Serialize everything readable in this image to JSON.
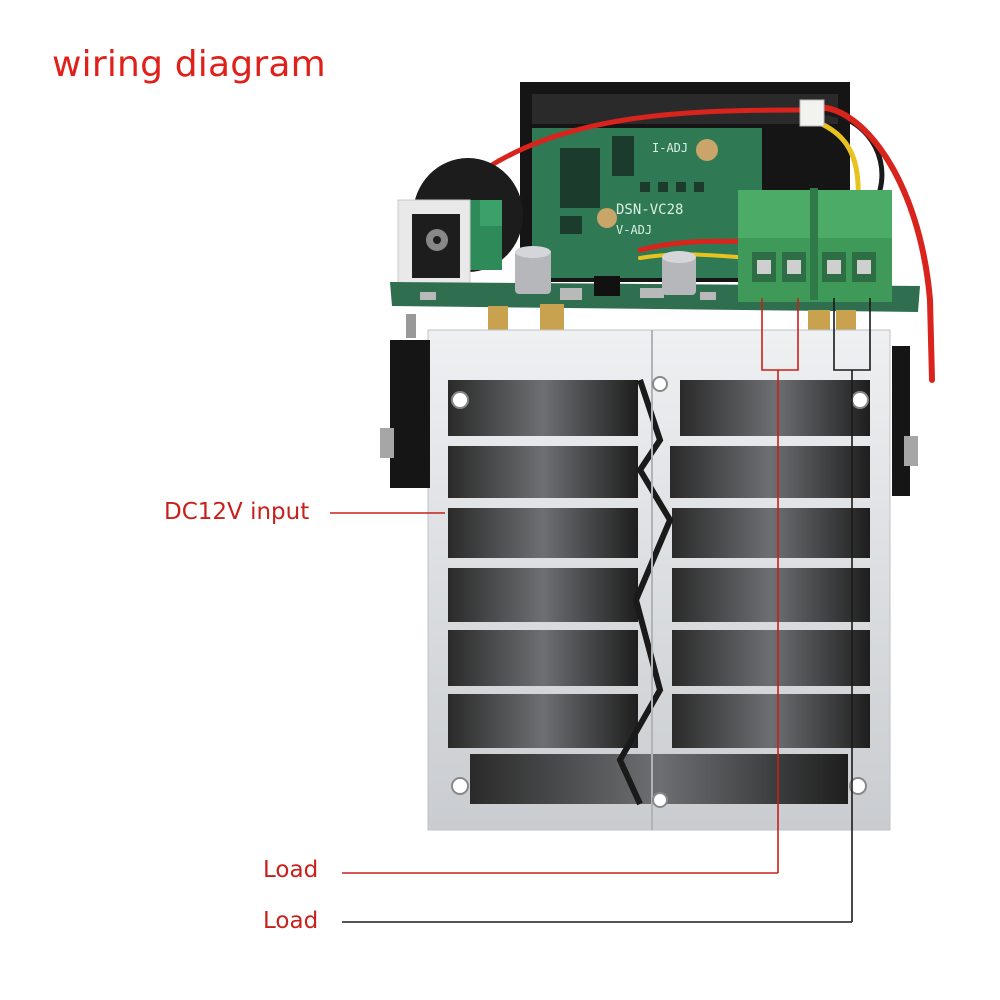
{
  "title": "wiring diagram",
  "labels": {
    "dc_input": "DC12V input",
    "load_1": "Load",
    "load_2": "Load"
  },
  "board": {
    "silkscreen_model": "DSN-VC28",
    "silkscreen_i_adj": "I-ADJ",
    "silkscreen_v_adj": "V-ADJ"
  },
  "colors": {
    "title": "#e0201a",
    "leader_red": "#c8201b",
    "leader_black": "#1a1a1a",
    "terminal_green": "#3f9a5a",
    "pcb_green": "#2f7a55",
    "heatsink": "#d9dcdf"
  }
}
